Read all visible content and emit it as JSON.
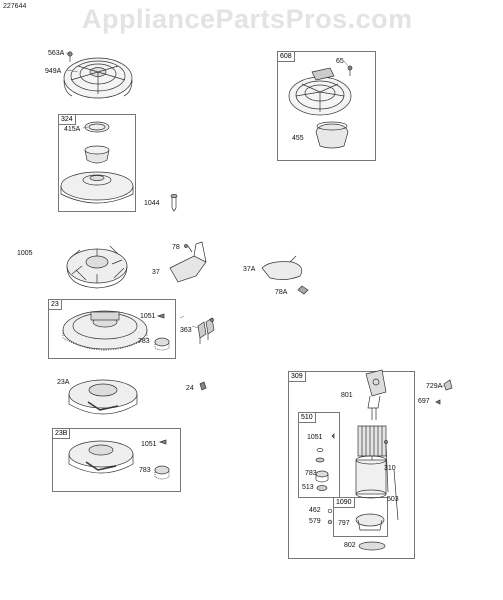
{
  "doc_number": "227644",
  "watermark": "AppliancePartsPros.com",
  "groups": {
    "g608": "608",
    "g324": "324",
    "g23": "23",
    "g23b": "23B",
    "g309": "309",
    "g510": "510",
    "g1090": "1090"
  },
  "labels": {
    "p563a": "563A",
    "p949a": "949A",
    "p65": "65",
    "p455": "455",
    "p415a": "415A",
    "p1044": "1044",
    "p1005": "1005",
    "p78": "78",
    "p37": "37",
    "p37a": "37A",
    "p78a": "78A",
    "p1051a": "1051",
    "p783a": "783",
    "p363": "363",
    "p23a": "23A",
    "p24": "24",
    "p1051b": "1051",
    "p783b": "783",
    "p729a": "729A",
    "p697": "697",
    "p801": "801",
    "p1051c": "1051",
    "p310": "310",
    "p783c": "783",
    "p513": "513",
    "p503": "503",
    "p462": "462",
    "p579": "579",
    "p797": "797",
    "p802": "802"
  }
}
